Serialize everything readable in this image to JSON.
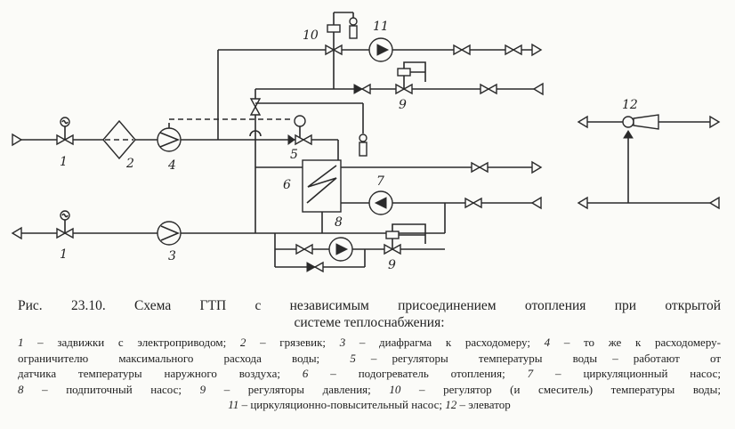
{
  "figure": {
    "labels": {
      "l1a": "1",
      "l1b": "1",
      "l2": "2",
      "l3": "3",
      "l4": "4",
      "l5": "5",
      "l6": "6",
      "l7": "7",
      "l8": "8",
      "l9a": "9",
      "l9b": "9",
      "l10": "10",
      "l11": "11",
      "l12": "12"
    }
  },
  "caption": {
    "title_line1": "Рис.  23.10.  Схема  ГТП  с  независимым  присоединением  отопления  при  открытой",
    "title_line2": "системе теплоснабжения:"
  },
  "legend": [
    {
      "n": "1",
      "t": " – задвижки с электроприводом; "
    },
    {
      "n": "2",
      "t": " – грязевик; "
    },
    {
      "n": "3",
      "t": " – диафрагма к расходомеру; "
    },
    {
      "n": "4",
      "t": " – то же к расходомеру-ограничителю максимального расхода воды; "
    },
    {
      "n": "5",
      "t": " – регуляторы температуры воды – работают от датчика температуры наружного воздуха; "
    },
    {
      "n": "6",
      "t": " – подогреватель отопления; "
    },
    {
      "n": "7",
      "t": " – циркуляционный насос; "
    },
    {
      "n": "8",
      "t": " – подпиточный насос; "
    },
    {
      "n": "9",
      "t": " – регуляторы давления; "
    },
    {
      "n": "10",
      "t": " – регулятор (и смеситель) температуры воды; "
    },
    {
      "n": "11",
      "t": " – циркуляционно-повысительный насос; "
    },
    {
      "n": "12",
      "t": " – элеватор"
    }
  ]
}
